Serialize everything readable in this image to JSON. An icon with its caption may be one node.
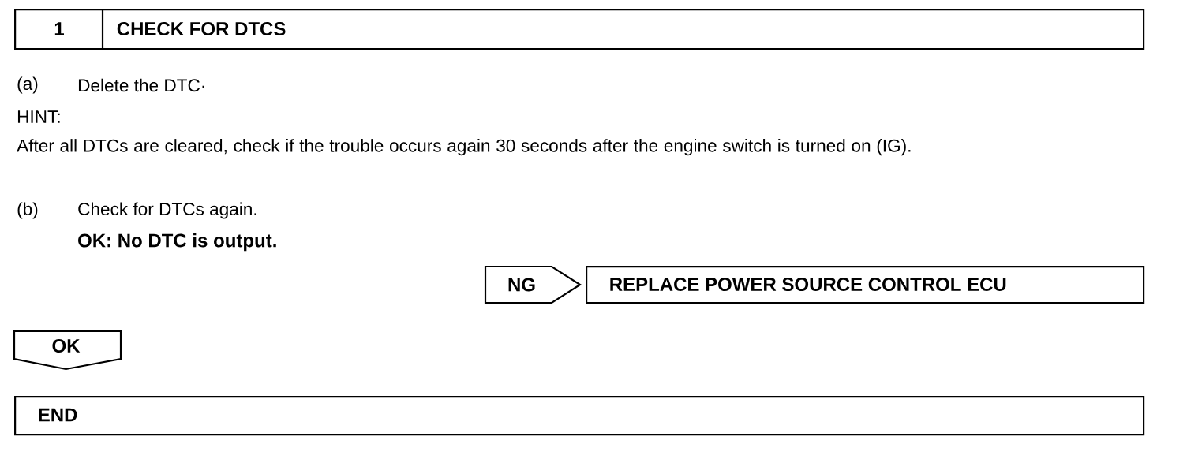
{
  "diagram": {
    "nodes": [
      {
        "text": [
          "1",
          "CHECK FOR DTCS"
        ]
      },
      {
        "text": [
          "NG"
        ]
      },
      {
        "text": [
          "REPLACE POWER SOURCE CONTROL ECU"
        ]
      },
      {
        "text": [
          "OK"
        ]
      },
      {
        "text": [
          "END"
        ]
      }
    ],
    "labels": [
      "(a)",
      "Delete the DTC·",
      "HINT:",
      "After all DTCs are cleared, check if the trouble occurs again 30 seconds after the engine switch is turned on (IG).",
      "(b)",
      "Check for DTCs again.",
      "OK: No DTC is output."
    ]
  }
}
